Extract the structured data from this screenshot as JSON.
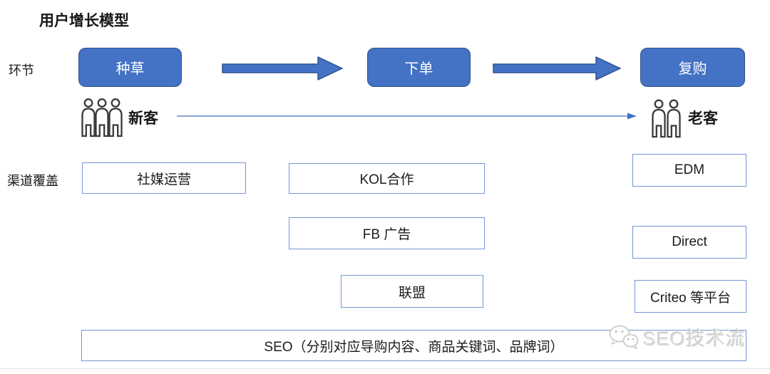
{
  "page": {
    "title": "用户增长模型"
  },
  "flow_row": {
    "label": "环节",
    "stages": [
      {
        "label": "种草"
      },
      {
        "label": "下单"
      },
      {
        "label": "复购"
      }
    ]
  },
  "customer_row": {
    "new_customers": "新客",
    "returning_customers": "老客"
  },
  "channel_section": {
    "label": "渠道覆盖",
    "seeding_channels": [
      "社媒运营"
    ],
    "order_channels": [
      "KOL合作",
      "FB 广告",
      "联盟"
    ],
    "repurchase_channels": [
      "EDM",
      "Direct",
      "Criteo 等平台"
    ],
    "all_stage_channel": "SEO（分别对应导购内容、商品关键词、品牌词）"
  },
  "watermark": {
    "icon": "wechat-icon",
    "text": "SEO技术流"
  },
  "colors": {
    "stage_fill": "#4472C4",
    "stage_border": "#2F528F",
    "channel_border": "#7396D5",
    "arrow": "#4472C4"
  }
}
